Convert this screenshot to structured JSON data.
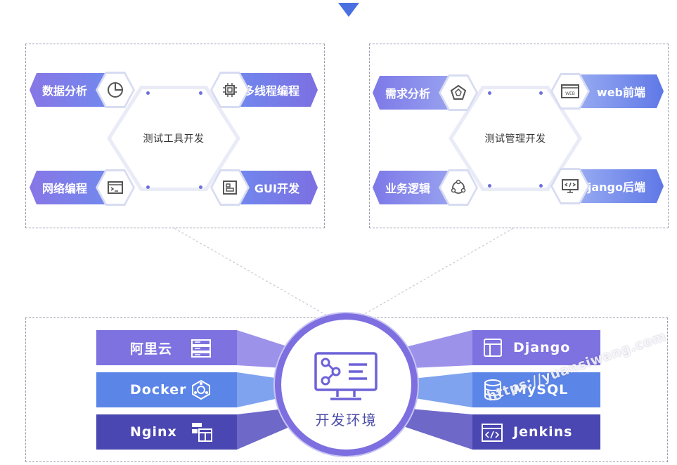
{
  "top_left_panel": {
    "center_label": "测试工具开发",
    "items": [
      {
        "label": "数据分析",
        "icon": "pie-chart-icon"
      },
      {
        "label": "多线程编程",
        "icon": "cpu-chip-icon"
      },
      {
        "label": "网络编程",
        "icon": "terminal-window-icon"
      },
      {
        "label": "GUI开发",
        "icon": "gui-layout-icon"
      }
    ]
  },
  "top_right_panel": {
    "center_label": "测试管理开发",
    "items": [
      {
        "label": "需求分析",
        "icon": "pentagon-target-icon"
      },
      {
        "label": "web前端",
        "icon": "web-browser-icon"
      },
      {
        "label": "业务逻辑",
        "icon": "cycle-nodes-icon"
      },
      {
        "label": "Django后端",
        "icon": "code-monitor-icon"
      }
    ]
  },
  "bottom_panel": {
    "center_label": "开发环境",
    "center_icon": "monitor-flow-icon",
    "left_bars": [
      {
        "label": "阿里云",
        "icon": "server-rack-icon",
        "color": "#7e72e0"
      },
      {
        "label": "Docker",
        "icon": "docker-hexagon-icon",
        "color": "#5b86e8"
      },
      {
        "label": "Nginx",
        "icon": "window-grid-icon",
        "color": "#4a46b2"
      }
    ],
    "right_bars": [
      {
        "label": "Django",
        "icon": "layout-panel-icon",
        "color": "#7e72e0"
      },
      {
        "label": "MySQL",
        "icon": "database-icon",
        "color": "#5b86e8"
      },
      {
        "label": "Jenkins",
        "icon": "code-window-icon",
        "color": "#4a46b2"
      }
    ]
  },
  "watermark": "https://yuansiwang.com",
  "colors": {
    "accent_purple": "#7d6fe0",
    "accent_blue": "#5b86e8",
    "dark_indigo": "#4a46b2",
    "arrow": "#4a6fe0"
  }
}
